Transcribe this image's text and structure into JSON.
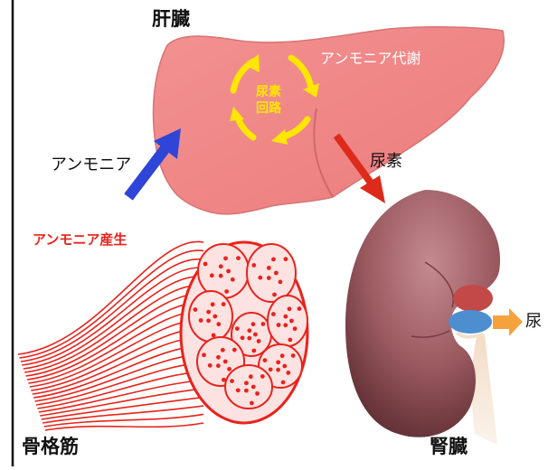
{
  "labels": {
    "liver": "肝臓",
    "ammonia_metabolism": "アンモニア代謝",
    "urea_cycle": "尿素回路",
    "urea_cycle_line1": "尿素",
    "urea_cycle_line2": "回路",
    "ammonia": "アンモニア",
    "urea": "尿素",
    "ammonia_production": "アンモニア産生",
    "skeletal_muscle": "骨格筋",
    "kidney": "腎臓",
    "urine": "尿"
  },
  "colors": {
    "liver": "#f08080",
    "liver_outline": "#c86a6a",
    "urea_cycle_arrows": "#ffe600",
    "ammonia_arrow": "#2f45d8",
    "urea_arrow": "#dd2a1a",
    "urine_arrow": "#f6a23c",
    "muscle": "#e8231c",
    "kidney": "#8e4f55",
    "ammonia_production_text": "#e8231c"
  }
}
